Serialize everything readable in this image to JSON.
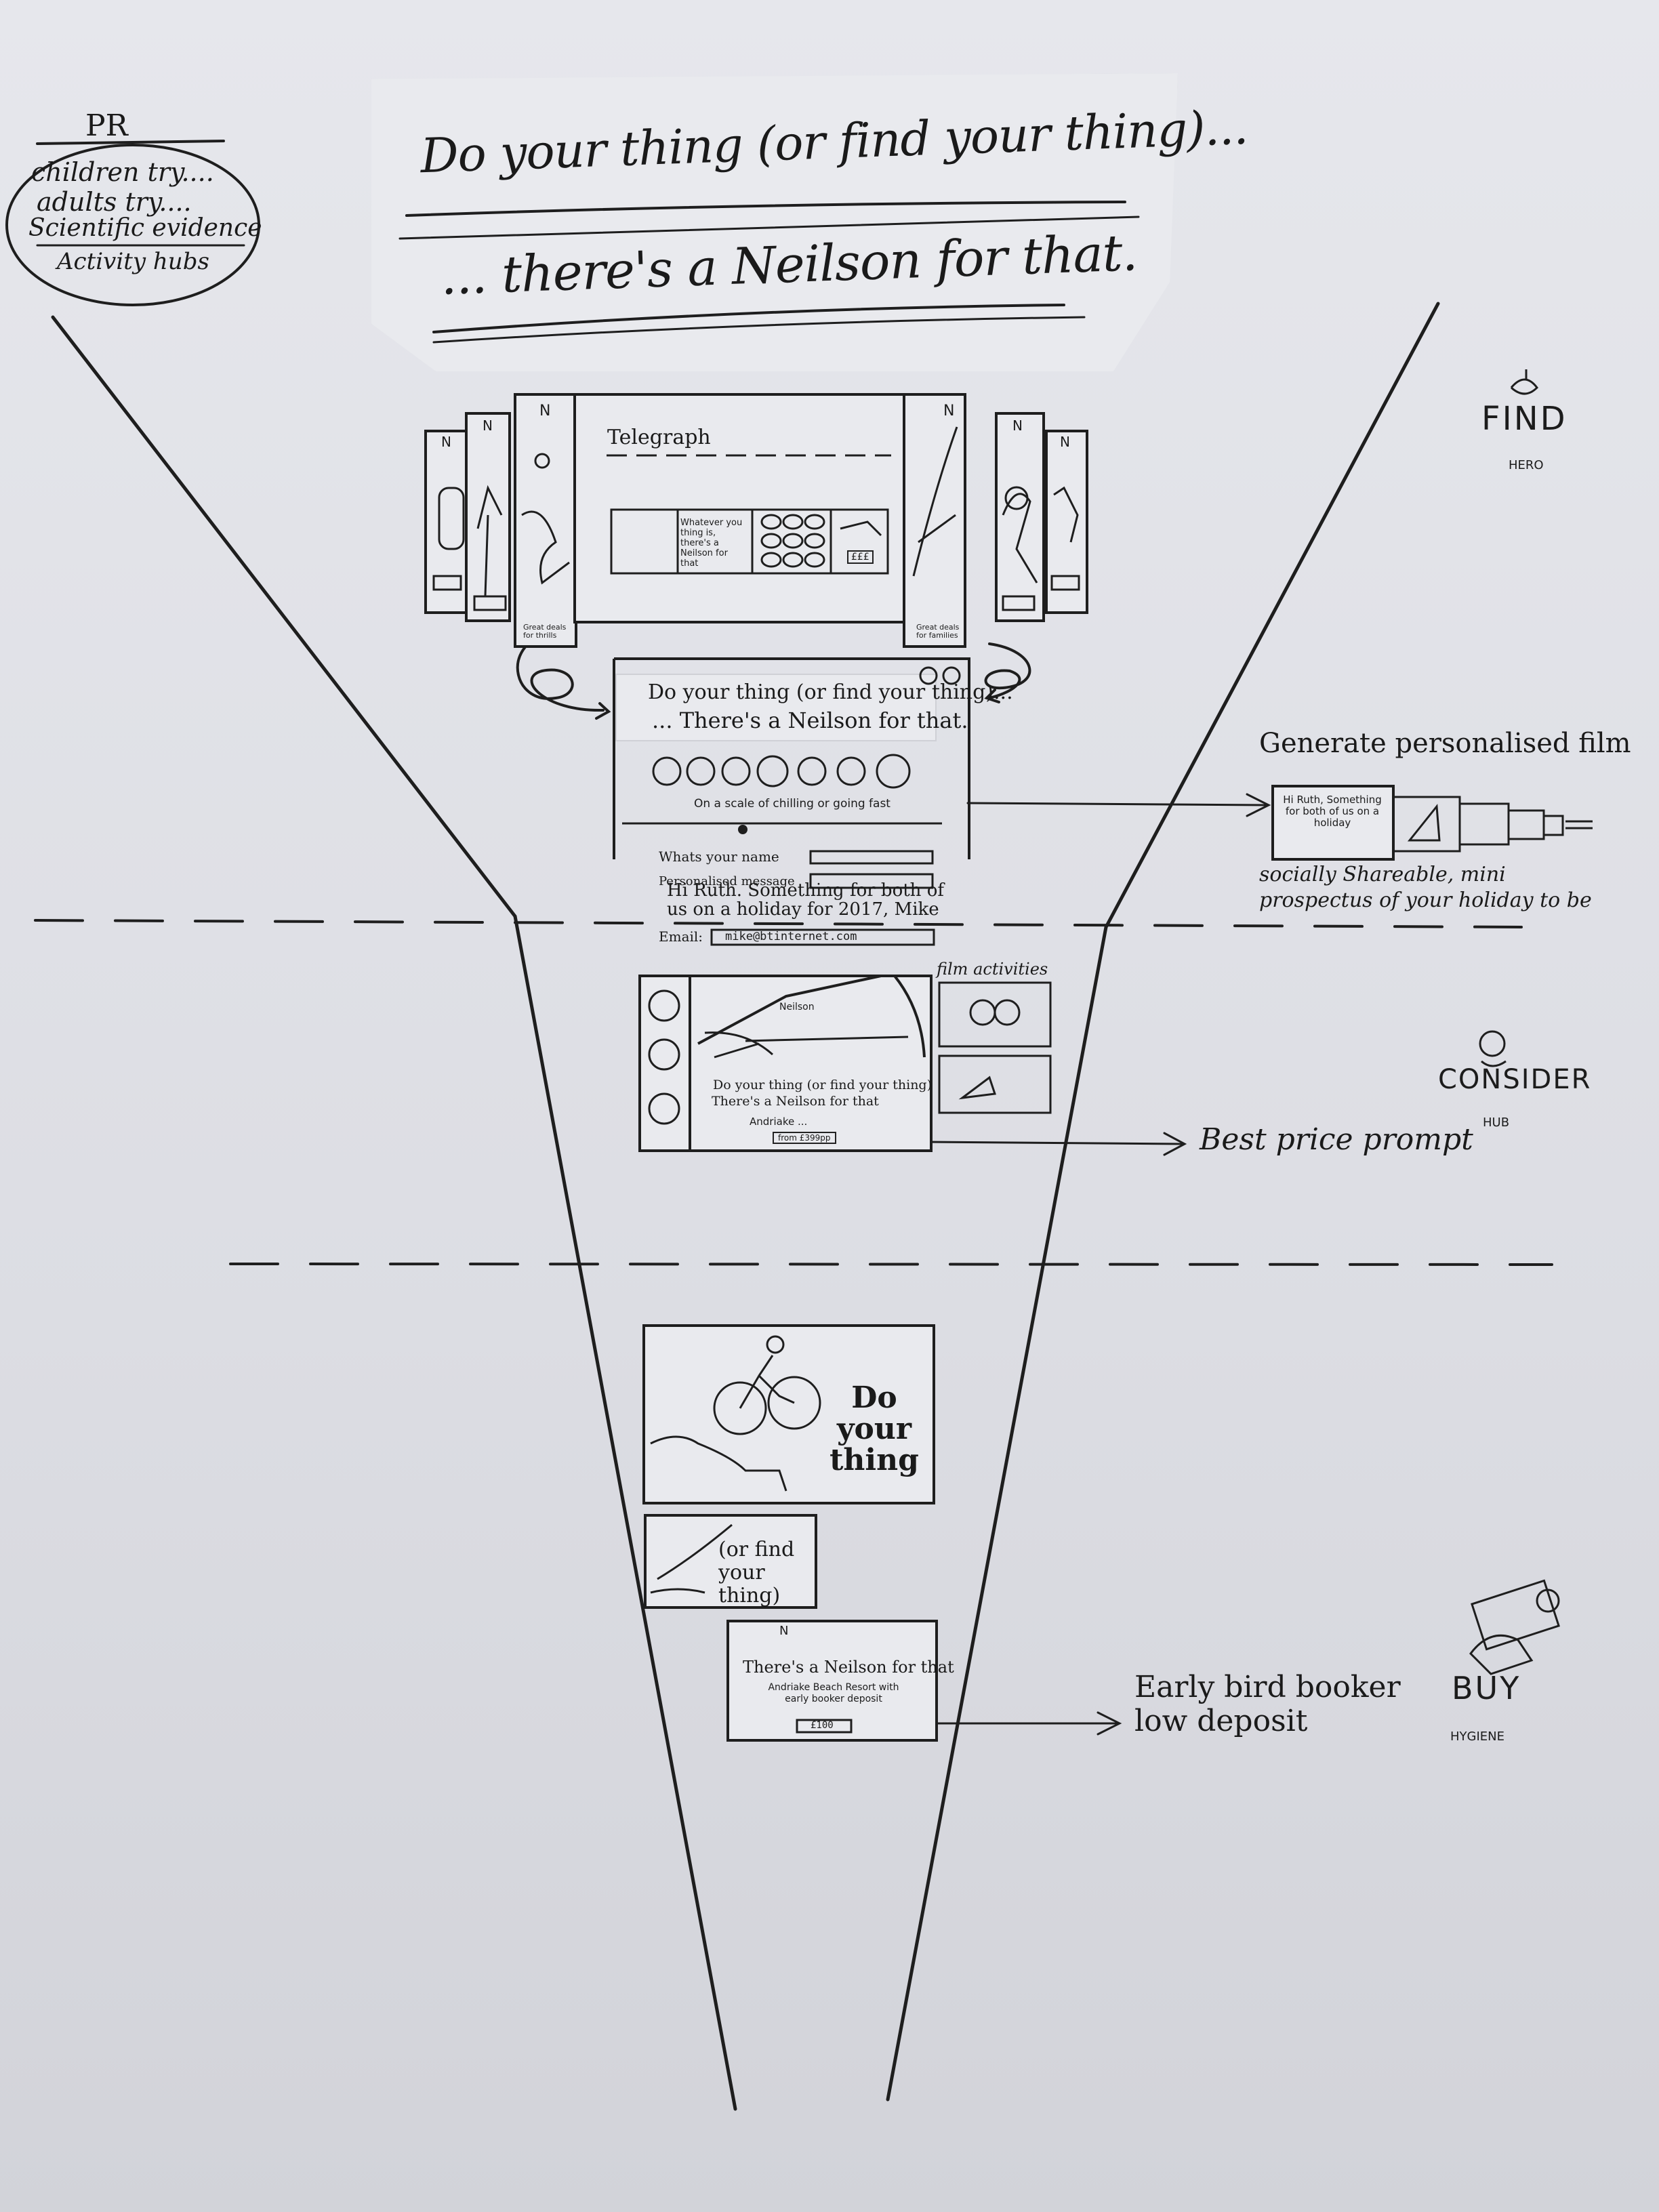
{
  "pr": {
    "heading": "PR",
    "items": [
      "children try....",
      "adults try....",
      "Scientific evidence",
      "Activity hubs"
    ]
  },
  "headline": {
    "line1": "Do your thing (or find your thing)...",
    "line2": "... there's a Neilson for that."
  },
  "stages": {
    "find": {
      "label": "FIND",
      "sub": "HERO"
    },
    "consider": {
      "label": "CONSIDER",
      "sub": "HUB"
    },
    "buy": {
      "label": "BUY",
      "sub": "HYGIENE"
    }
  },
  "find_sketch": {
    "logo": "N",
    "site": "Telegraph",
    "banner_text": "Whatever you thing is, there's a Neilson for that",
    "banner_btn": "£££",
    "left_caption": "Great deals for thrills",
    "right_caption": "Great deals for families"
  },
  "film_builder": {
    "title1": "Do your thing (or find your thing)...",
    "title2": "... There's a Neilson for that.",
    "scale_text": "On a scale of chilling or going fast",
    "name_label": "Whats your name",
    "message_label": "Personalised message",
    "message_value": "Hi Ruth. Something for both of us on a holiday for 2017, Mike",
    "email_label": "Email:",
    "email_value": "mike@btinternet.com"
  },
  "personalised_film": {
    "heading": "Generate personalised film",
    "frame_text": "Hi Ruth, Something for both of us on a holiday",
    "description": "socially Shareable, mini prospectus of your holiday to be"
  },
  "hub": {
    "brand": "Neilson",
    "text1": "Do your thing (or find your thing)",
    "text2": "There's a Neilson for that",
    "location": "Andriake ...",
    "price": "from £399pp",
    "film_activities": "film activities",
    "best_price": "Best price prompt"
  },
  "buy_sketch": {
    "ad1": "Do your thing",
    "ad2": "(or find your thing)",
    "ad3_title": "There's a Neilson for that",
    "ad3_sub": "Andriake Beach Resort with early booker deposit",
    "ad3_price": "£100",
    "early_bird": "Early bird booker",
    "low_deposit": "low deposit"
  },
  "colors": {
    "ink": "#1c1c1c",
    "paper": "#e3e4e9"
  }
}
